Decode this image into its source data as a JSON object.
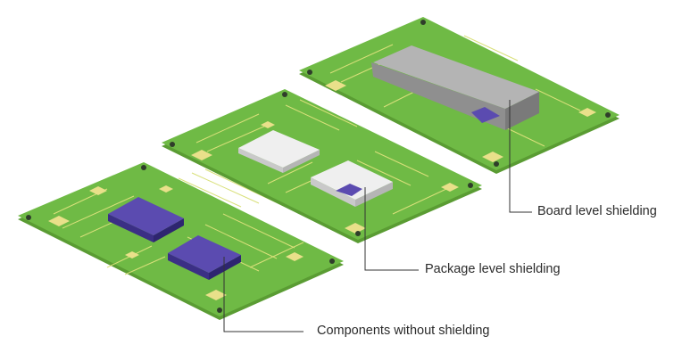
{
  "colors": {
    "board": "#6fba45",
    "board_edge": "#5a9c33",
    "trace": "#d9e07a",
    "pad": "#e9e08a",
    "hole": "#2f3d2a",
    "chip": "#5b4bb0",
    "chip_side": "#3b2f85",
    "package_shield": "#e9e9e9",
    "board_shield": "#a8a8a8",
    "leader": "#333333",
    "text": "#2b2b2b"
  },
  "boards": [
    {
      "id": "components",
      "label": "Components without shielding"
    },
    {
      "id": "package",
      "label": "Package level shielding"
    },
    {
      "id": "board",
      "label": "Board level shielding"
    }
  ]
}
